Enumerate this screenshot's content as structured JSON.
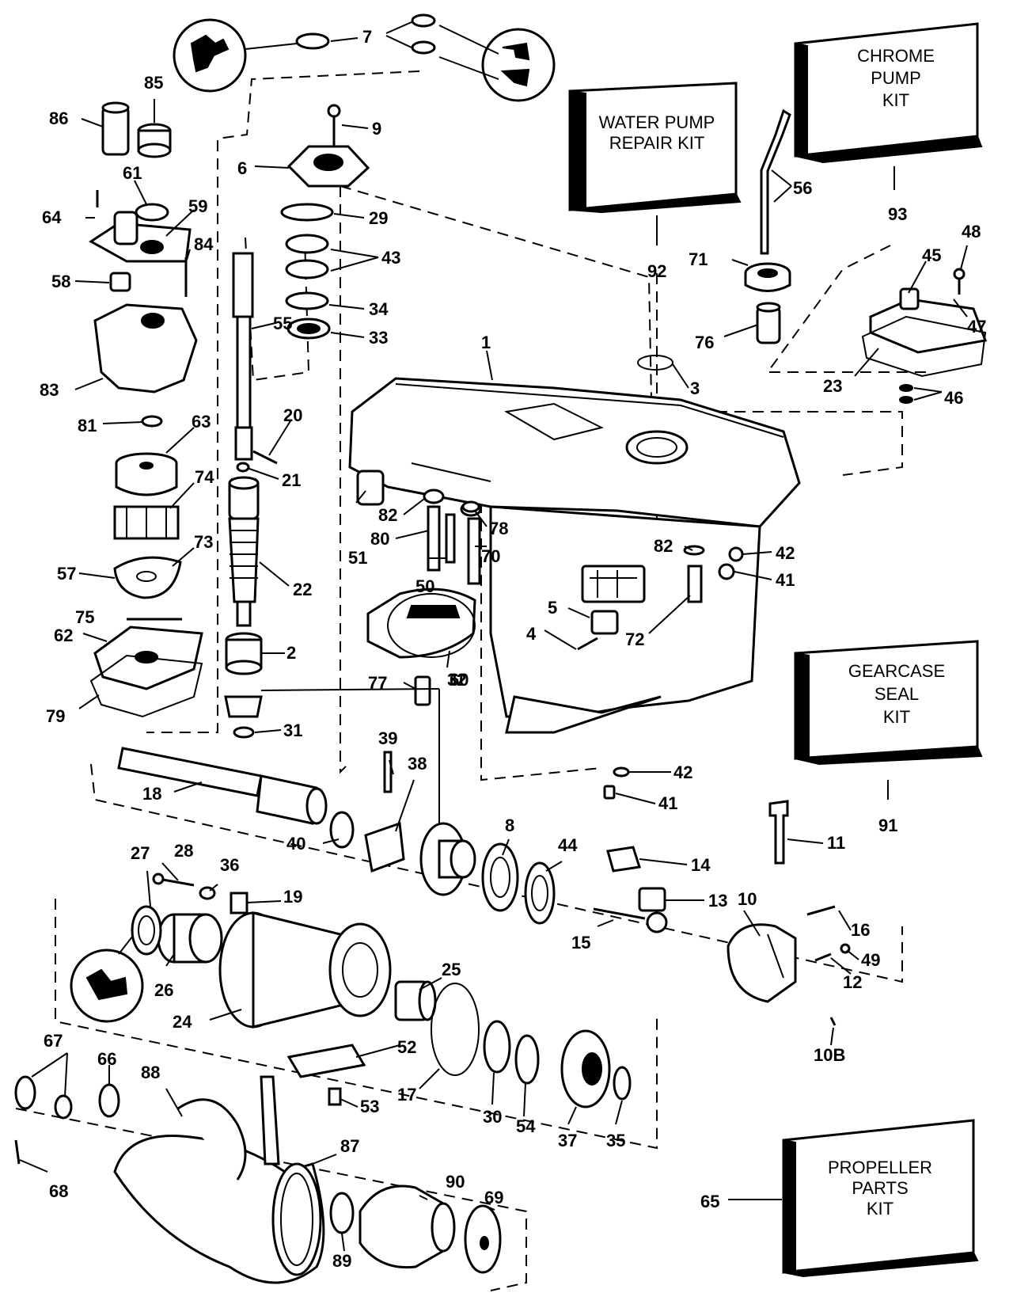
{
  "kits": {
    "chrome_pump": {
      "lines": [
        "CHROME",
        "PUMP",
        "KIT"
      ],
      "ref": "93"
    },
    "water_pump": {
      "lines": [
        "WATER PUMP",
        "REPAIR KIT"
      ],
      "ref": "92"
    },
    "gearcase_seal": {
      "lines": [
        "GEARCASE",
        "SEAL",
        "KIT"
      ],
      "ref": "91"
    },
    "propeller_parts": {
      "lines": [
        "PROPELLER",
        "PARTS",
        "KIT"
      ],
      "ref": "65"
    }
  },
  "callouts": [
    "1",
    "2",
    "3",
    "4",
    "5",
    "6",
    "7",
    "8",
    "9",
    "10",
    "10B",
    "11",
    "12",
    "13",
    "14",
    "15",
    "16",
    "17",
    "18",
    "19",
    "20",
    "21",
    "22",
    "23",
    "24",
    "25",
    "26",
    "27",
    "28",
    "29",
    "30",
    "31",
    "32",
    "33",
    "34",
    "35",
    "36",
    "37",
    "38",
    "39",
    "40",
    "41",
    "41",
    "42",
    "42",
    "43",
    "44",
    "45",
    "46",
    "47",
    "48",
    "49",
    "50",
    "51",
    "52",
    "53",
    "54",
    "55",
    "56",
    "57",
    "58",
    "59",
    "60",
    "61",
    "62",
    "63",
    "64",
    "66",
    "67",
    "68",
    "69",
    "70",
    "71",
    "72",
    "73",
    "74",
    "75",
    "76",
    "77",
    "78",
    "79",
    "80",
    "81",
    "82",
    "82",
    "83",
    "84",
    "85",
    "86",
    "87",
    "88",
    "89",
    "90"
  ]
}
